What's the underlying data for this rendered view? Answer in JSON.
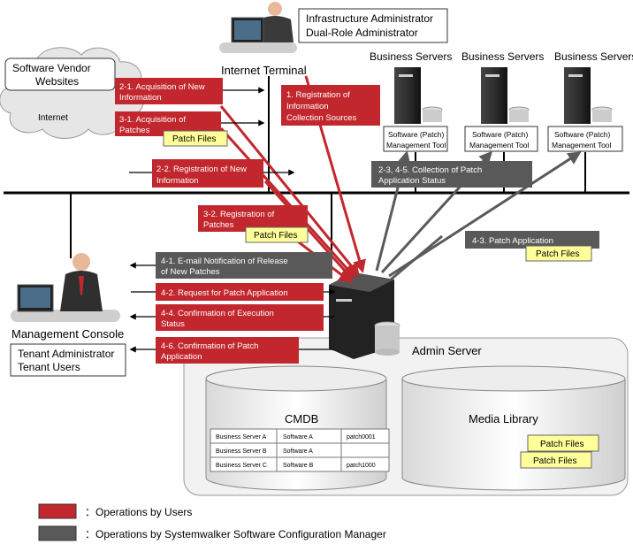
{
  "diagram": {
    "actors": {
      "infra_admin_line1": "Infrastructure Administrator",
      "infra_admin_line2": "Dual-Role Administrator",
      "internet_terminal": "Internet Terminal",
      "management_console": "Management Console",
      "tenant_line1": "Tenant Administrator",
      "tenant_line2": "Tenant Users"
    },
    "cloud": {
      "vendor_line1": "Software Vendor",
      "vendor_line2": "Websites",
      "internet": "Internet"
    },
    "business_servers": {
      "headers": [
        "Business Servers",
        "Business Servers",
        "Business Servers"
      ],
      "tool_line1": "Software (Patch)",
      "tool_line2": "Management Tool"
    },
    "admin_server": "Admin  Server",
    "cmdb": {
      "title": "CMDB",
      "rows": [
        [
          "Business Server A",
          "Software A",
          "patch0001"
        ],
        [
          "Business Server B",
          "Software A",
          ""
        ],
        [
          "Business Server C",
          "Software B",
          "patch1000"
        ]
      ]
    },
    "media_library": {
      "title": "Media Library",
      "files": [
        "Patch Files",
        "Patch Files"
      ]
    },
    "patch_files_label": "Patch Files",
    "operations": {
      "op_2_1": [
        "2-1. Acquisition of New",
        "Information"
      ],
      "op_3_1": [
        "3-1. Acquisition of",
        "Patches"
      ],
      "op_1": [
        "1. Registration of",
        "Information",
        "Collection Sources"
      ],
      "op_2_2": [
        "2-2. Registration of New",
        "Information"
      ],
      "op_3_2": [
        "3-2. Registration of",
        "Patches"
      ],
      "op_2_3": [
        "2-3, 4-5. Collection of Patch",
        "Application Status"
      ],
      "op_4_3": [
        "4-3. Patch Application"
      ],
      "op_4_1": [
        "4-1. E-mail Notification of Release",
        "of New Patches"
      ],
      "op_4_2": [
        "4-2. Request for Patch Application"
      ],
      "op_4_4": [
        "4-4. Confirmation of Execution",
        "Status"
      ],
      "op_4_6": [
        "4-6. Confirmation of Patch",
        "Application"
      ]
    },
    "legend": {
      "users": "：Operations by Users",
      "system": "：Operations by Systemwalker Software Configuration Manager"
    },
    "colors": {
      "user_ops": "#c1272d",
      "system_ops": "#595959",
      "file_note": "#ffff99"
    }
  }
}
